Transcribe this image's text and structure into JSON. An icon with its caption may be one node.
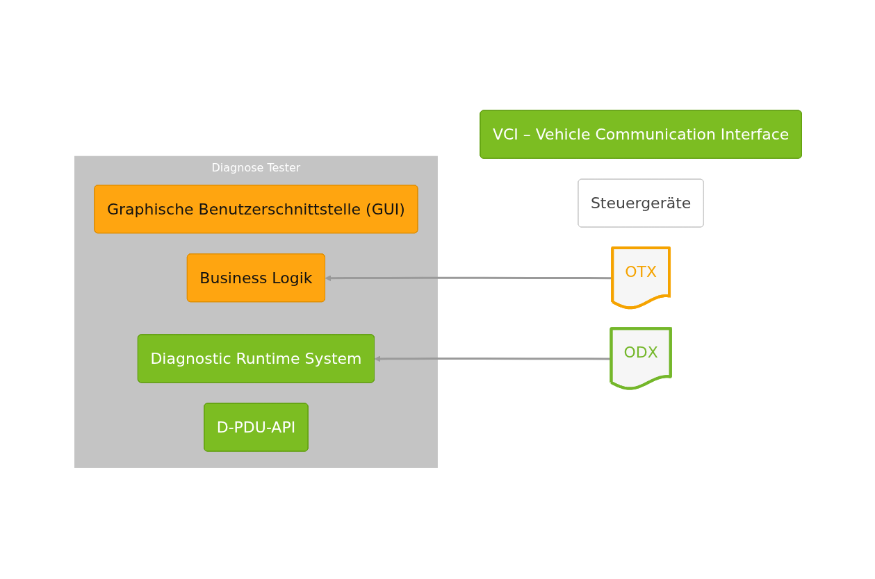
{
  "diagram": {
    "nodes": [
      {
        "text": [
          "Diagnose Tester"
        ]
      },
      {
        "text": [
          "Graphische Benutzerschnittstelle (GUI)"
        ],
        "in": 0
      },
      {
        "text": [
          "Business Logik"
        ],
        "in": 0
      },
      {
        "text": [
          "Diagnostic Runtime System"
        ],
        "in": 0
      },
      {
        "text": [
          "D-PDU-API"
        ],
        "in": 0
      },
      {
        "text": [
          "VCI – Vehicle Communication Interface"
        ]
      },
      {
        "text": [
          "Steuergeräte"
        ]
      },
      {
        "text": [
          "OTX"
        ]
      },
      {
        "text": [
          "ODX"
        ]
      }
    ],
    "edges": [
      {
        "from": 7,
        "to": 2,
        "arrow": "to"
      },
      {
        "from": 8,
        "to": 3,
        "arrow": "to"
      }
    ]
  }
}
